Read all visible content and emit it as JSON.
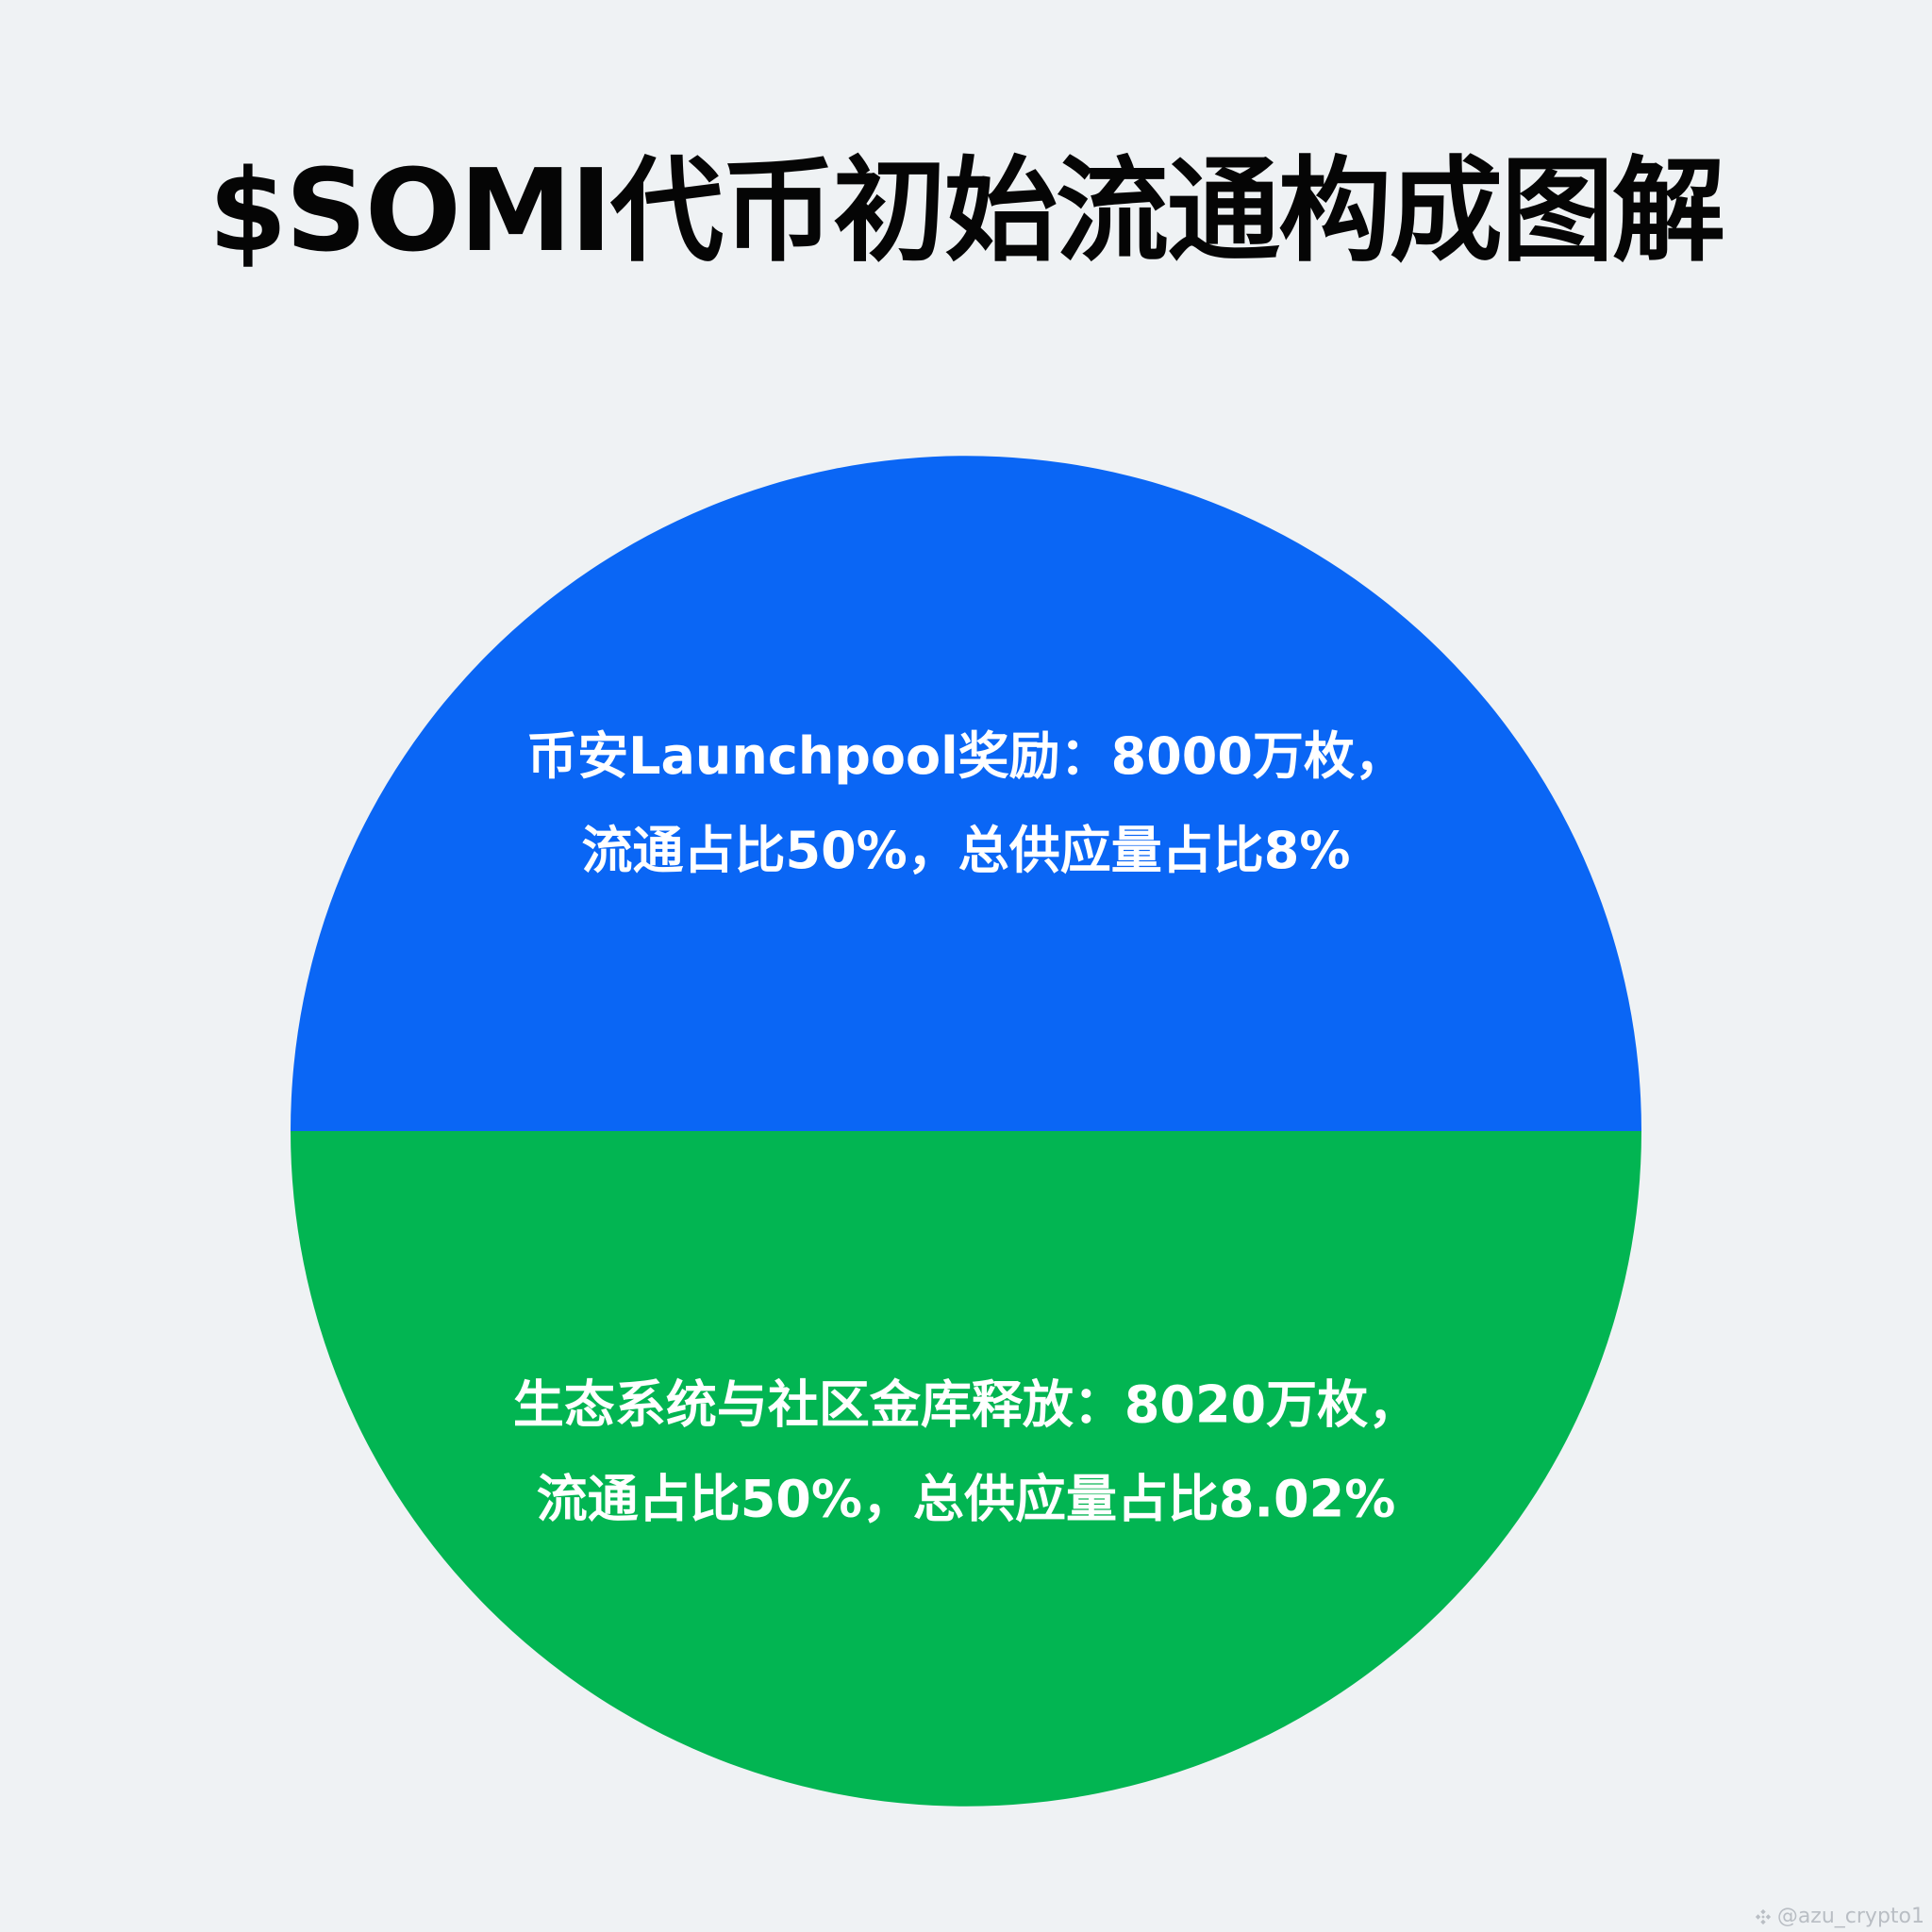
{
  "chart_data": {
    "type": "pie",
    "title": "$SOMI代币初始流通构成图解",
    "slices": [
      {
        "name": "币安Launchpool奖励",
        "value": 50,
        "color": "#0a66f5",
        "label_lines": [
          "币安Launchpool奖励：8000万枚，",
          "流通占比50%，总供应量占比8%"
        ]
      },
      {
        "name": "生态系统与社区金库释放",
        "value": 50,
        "color": "#02b552",
        "label_lines": [
          "生态系统与社区金库释放：8020万枚，",
          "流通占比50%，总供应量占比8.02%"
        ]
      }
    ],
    "legend": "none"
  },
  "watermark": {
    "text": "@azu_crypto1",
    "icon": "binance-square-icon"
  }
}
